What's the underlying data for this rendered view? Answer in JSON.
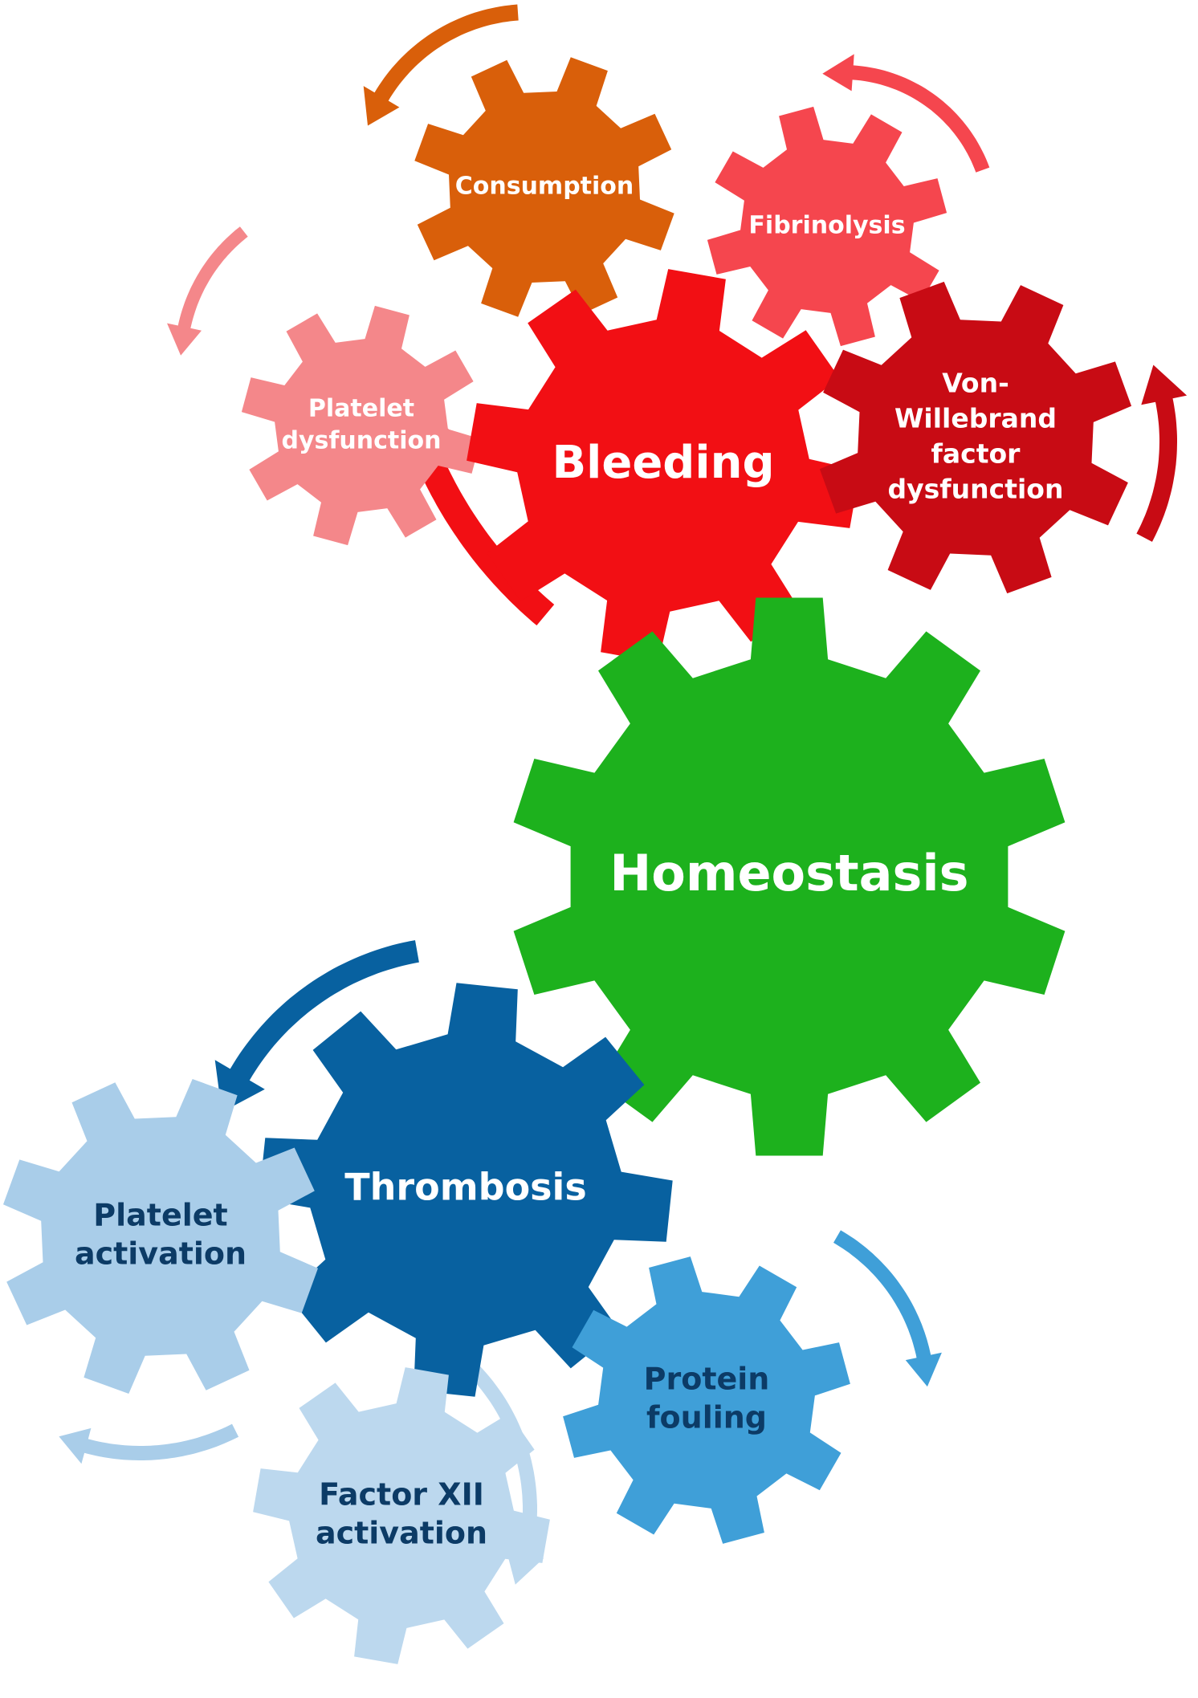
{
  "colors": {
    "homeostasis": "#1db11d",
    "bleeding": "#f20f14",
    "consumption": "#d95f0a",
    "fibrinolysis": "#f5464e",
    "platelet_dysfunction": "#f4878a",
    "vwf_dysfunction": "#c80b14",
    "thrombosis": "#0861a0",
    "platelet_activation": "#a9cde9",
    "protein_fouling": "#3f9fd8",
    "factor_xii": "#bcd8ee",
    "light_text": "#ffffff",
    "dark_text": "#0c3b66"
  },
  "gears": {
    "homeostasis": {
      "label": "Homeostasis"
    },
    "bleeding": {
      "label": "Bleeding"
    },
    "consumption": {
      "label": "Consumption"
    },
    "fibrinolysis": {
      "label": "Fibrinolysis"
    },
    "platelet_dysfunction": {
      "lines": [
        "Platelet",
        "dysfunction"
      ]
    },
    "vwf_dysfunction": {
      "lines": [
        "Von-",
        "Willebrand",
        "factor",
        "dysfunction"
      ]
    },
    "thrombosis": {
      "label": "Thrombosis"
    },
    "platelet_activation": {
      "lines": [
        "Platelet",
        "activation"
      ]
    },
    "protein_fouling": {
      "lines": [
        "Protein",
        "fouling"
      ]
    },
    "factor_xii_activation": {
      "lines": [
        "Factor XII",
        "activation"
      ]
    }
  }
}
